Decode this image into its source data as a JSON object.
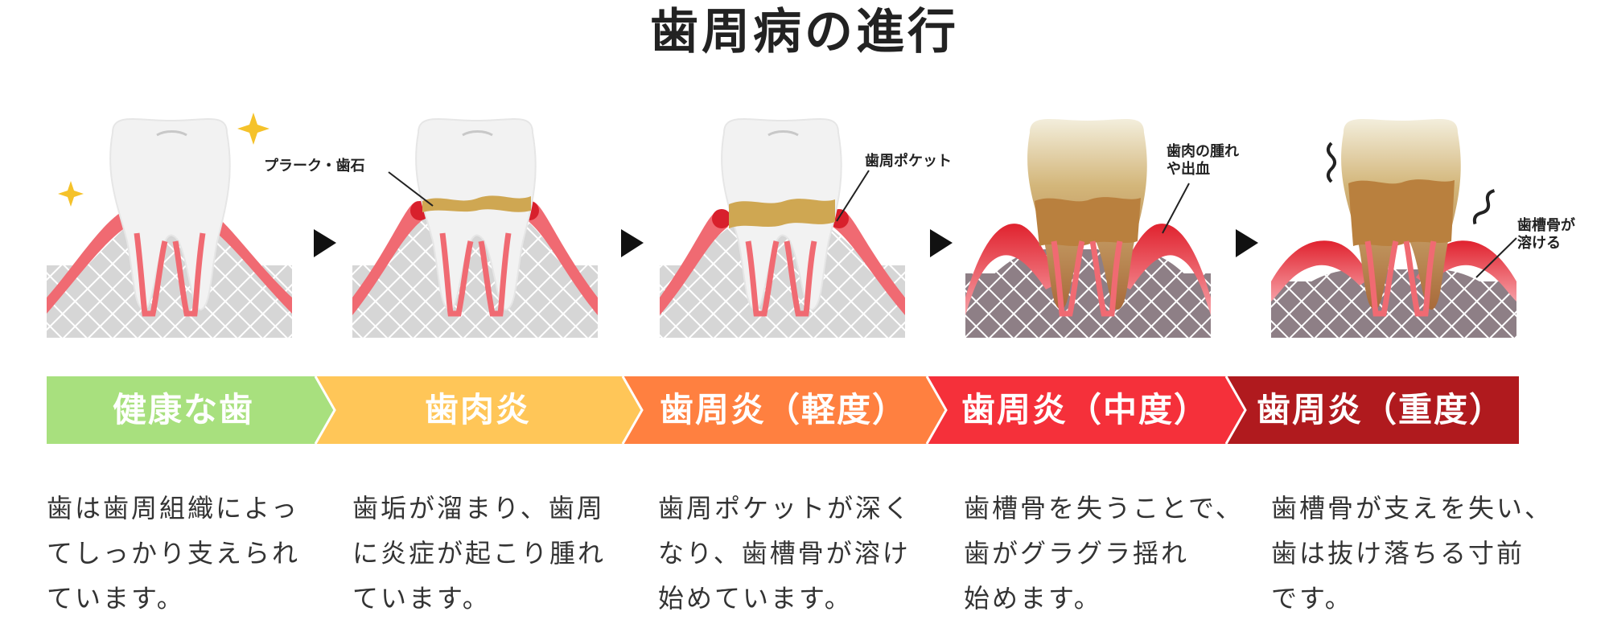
{
  "title": "歯周病の進行",
  "stages": [
    {
      "label": "健康な歯",
      "color": "#a8e07e",
      "description": [
        "歯は歯周組織によっ",
        "てしっかり支えられ",
        "ています。"
      ]
    },
    {
      "label": "歯肉炎",
      "color": "#ffc658",
      "description": [
        "歯垢が溜まり、歯周",
        "に炎症が起こり腫れ",
        "ています。"
      ]
    },
    {
      "label": "歯周炎（軽度）",
      "color": "#ff8040",
      "description": [
        "歯周ポケットが深く",
        "なり、歯槽骨が溶け",
        "始めています。"
      ]
    },
    {
      "label": "歯周炎（中度）",
      "color": "#f5303a",
      "description": [
        "歯槽骨を失うことで、",
        "歯がグラグラ揺れ",
        "始めます。"
      ]
    },
    {
      "label": "歯周炎（重度）",
      "color": "#b01a1e",
      "description": [
        "歯槽骨が支えを失い、",
        "歯は抜け落ちる寸前",
        "です。"
      ]
    }
  ],
  "callouts": {
    "plaque": "プラーク・歯石",
    "pocket": "歯周ポケット",
    "swelling": [
      "歯肉の腫れ",
      "や出血"
    ],
    "bone": [
      "歯槽骨が",
      "溶ける"
    ]
  },
  "colors": {
    "gum": "#f06a72",
    "gum_dark": "#d8202c",
    "bone": "#d8d8d8",
    "tooth": "#f2f2f2",
    "plaque": "#cfa752",
    "arrow": "#111111"
  }
}
